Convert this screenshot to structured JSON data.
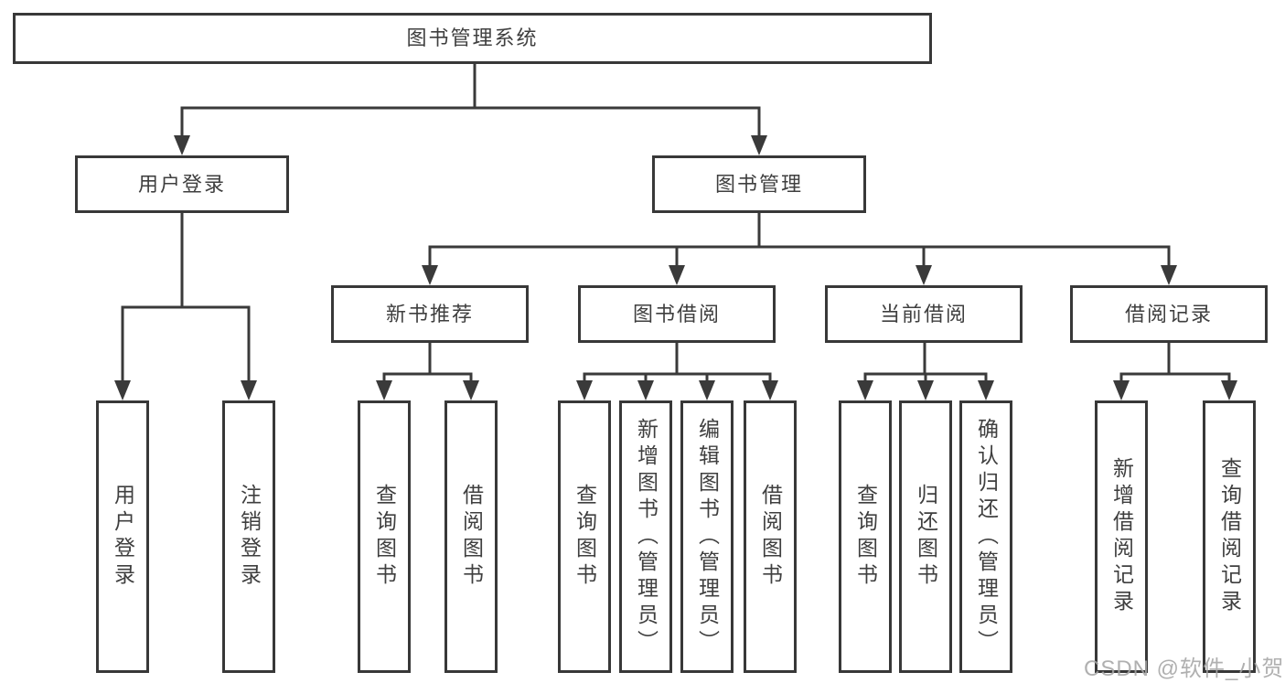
{
  "diagram": {
    "title": "图书管理系统",
    "watermark": "CSDN @软件_小贺同学",
    "nodes": {
      "root": "图书管理系统",
      "user_login": "用户登录",
      "book_mgmt": "图书管理",
      "new_book_rec": "新书推荐",
      "book_borrow": "图书借阅",
      "current_borrow": "当前借阅",
      "borrow_record": "借阅记录",
      "leaf_user_login": "用户登录",
      "leaf_logout": "注销登录",
      "leaf_query_book_1": "查询图书",
      "leaf_borrow_book_1": "借阅图书",
      "leaf_query_book_2": "查询图书",
      "leaf_add_book": "新增图书（管理员）",
      "leaf_edit_book": "编辑图书（管理员）",
      "leaf_borrow_book_2": "借阅图书",
      "leaf_query_book_3": "查询图书",
      "leaf_return_book": "归还图书",
      "leaf_confirm_return": "确认归还（管理员）",
      "leaf_add_record": "新增借阅记录",
      "leaf_query_record": "查询借阅记录"
    },
    "hierarchy": {
      "图书管理系统": {
        "用户登录": [
          "用户登录",
          "注销登录"
        ],
        "图书管理": {
          "新书推荐": [
            "查询图书",
            "借阅图书"
          ],
          "图书借阅": [
            "查询图书",
            "新增图书（管理员）",
            "编辑图书（管理员）",
            "借阅图书"
          ],
          "当前借阅": [
            "查询图书",
            "归还图书",
            "确认归还（管理员）"
          ],
          "借阅记录": [
            "新增借阅记录",
            "查询借阅记录"
          ]
        }
      }
    },
    "colors": {
      "line": "#3a3a3a",
      "box_border": "#383838",
      "text": "#3f3f3f",
      "watermark": "#a5a5a5",
      "background": "#ffffff"
    }
  }
}
